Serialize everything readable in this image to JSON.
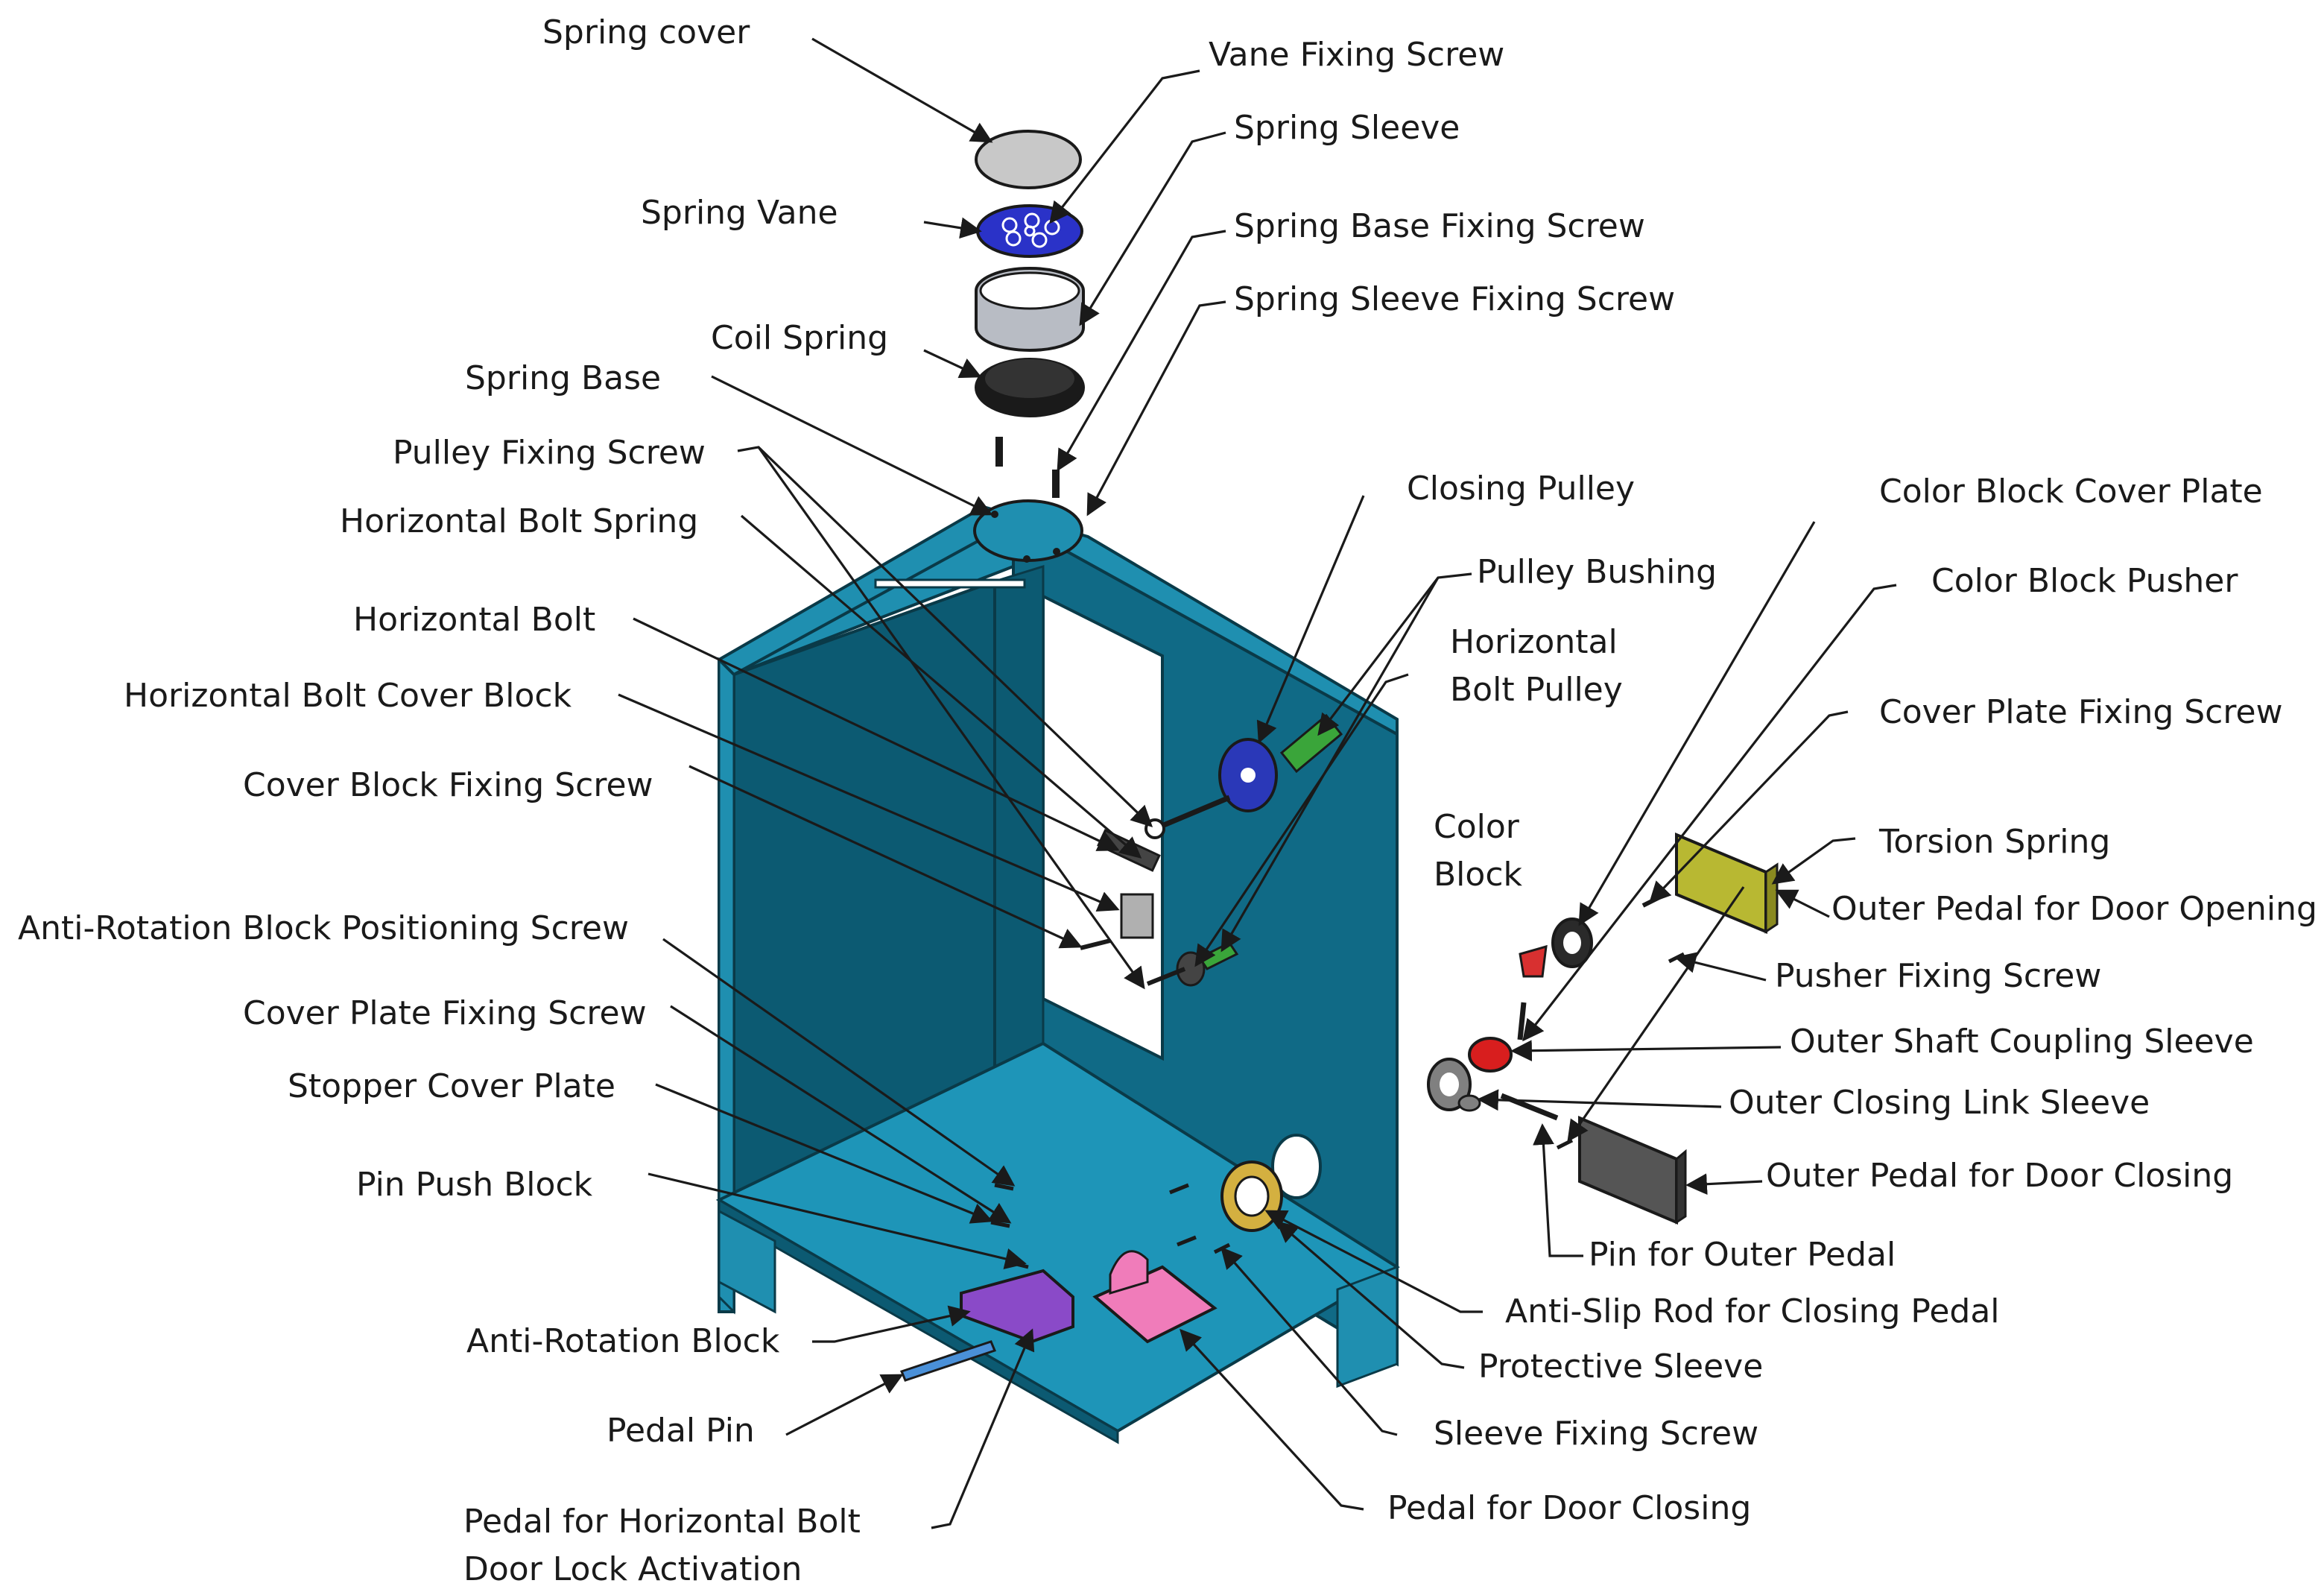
{
  "labels": {
    "spring_cover": "Spring cover",
    "vane_fixing_screw": "Vane Fixing Screw",
    "spring_sleeve": "Spring Sleeve",
    "spring_vane": "Spring Vane",
    "spring_base_fixing_screw": "Spring Base Fixing Screw",
    "spring_sleeve_fixing_screw": "Spring Sleeve  Fixing Screw",
    "coil_spring": "Coil Spring",
    "spring_base": "Spring Base",
    "pulley_fixing_screw": "Pulley Fixing Screw",
    "horizontal_bolt_spring": "Horizontal Bolt Spring",
    "closing_pulley": "Closing Pulley",
    "color_block_cover_plate": "Color Block Cover Plate",
    "pulley_bushing": "Pulley Bushing",
    "color_block_pusher": "Color Block Pusher",
    "horizontal_bolt": "Horizontal Bolt",
    "horizontal_bolt_pulley": "Horizontal\nBolt Pulley",
    "horizontal_bolt_cover_block": "Horizontal Bolt Cover Block",
    "cover_plate_fixing_screw_right": "Cover Plate Fixing Screw",
    "cover_block_fixing_screw": "Cover Block Fixing Screw",
    "color_block": "Color\nBlock",
    "torsion_spring": "Torsion Spring",
    "outer_pedal_door_opening": "Outer Pedal for Door Opening",
    "anti_rotation_block_positioning_screw": "Anti-Rotation Block Positioning Screw",
    "pusher_fixing_screw": "Pusher Fixing Screw",
    "cover_plate_fixing_screw_left": "Cover Plate Fixing Screw",
    "outer_shaft_coupling_sleeve": "Outer Shaft Coupling Sleeve",
    "stopper_cover_plate": "Stopper Cover Plate",
    "outer_closing_link_sleeve": "Outer Closing Link Sleeve",
    "outer_pedal_door_closing": "Outer Pedal for Door Closing",
    "pin_push_block": "Pin Push Block",
    "pin_for_outer_pedal": "Pin for Outer Pedal",
    "anti_slip_rod": "Anti-Slip Rod for Closing Pedal",
    "anti_rotation_block": "Anti-Rotation Block",
    "protective_sleeve": "Protective Sleeve",
    "pedal_pin": "Pedal Pin",
    "sleeve_fixing_screw": "Sleeve Fixing Screw",
    "pedal_horizontal_bolt": "Pedal for Horizontal Bolt\nDoor Lock Activation",
    "pedal_door_closing": "Pedal for Door Closing"
  },
  "colors": {
    "cabinet_front": "#1f8fb0",
    "cabinet_side": "#106a86",
    "cabinet_dark": "#0c5a72",
    "cabinet_floor": "#1e95b8",
    "spring_cover": "#c8c8c8",
    "spring_vane": "#2a32c8",
    "spring_sleeve": "#b8bcc4",
    "coil_spring": "#1a1a1a",
    "closing_pulley": "#2a38b8",
    "pulley_bushing": "#3aa53a",
    "color_block_cover_plate": "#2a2a2a",
    "color_block": "#d83030",
    "outer_shaft_coupling_sleeve": "#d81e1e",
    "outer_pedal_door_opening": "#b8b832",
    "outer_pedal_door_closing": "#555555",
    "protective_sleeve": "#d4b040",
    "anti_rotation_block": "#8a4ac8",
    "pedal_door_closing": "#f07cba",
    "pedal_pin": "#4a90d8",
    "leader_line": "#1a1a1a"
  }
}
